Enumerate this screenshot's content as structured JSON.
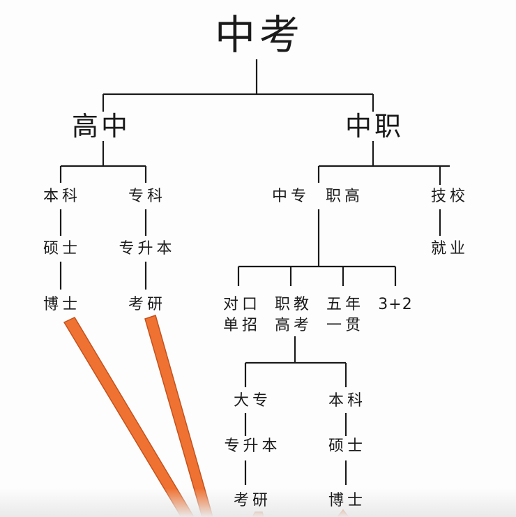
{
  "root": "中考",
  "level1": [
    "高中",
    "中职"
  ],
  "gaozhong": {
    "path_a": [
      "本科",
      "硕士",
      "博士"
    ],
    "path_b": [
      "专科",
      "专升本",
      "考研"
    ]
  },
  "zhongzhi": {
    "zhongzhuan": "中专",
    "zhigao": "职高",
    "jixiao": "技校",
    "jiuye": "就业"
  },
  "zhigao_options": [
    [
      "对口",
      "单招"
    ],
    [
      "职教",
      "高考"
    ],
    [
      "五年",
      "一贯"
    ],
    [
      "3+2"
    ]
  ],
  "gaokao_paths": {
    "path_a": [
      "大专",
      "专升本",
      "考研"
    ],
    "path_b": [
      "本科",
      "硕士",
      "博士"
    ]
  },
  "colors": {
    "line": "#1a1a1a",
    "arrow": "#f07232",
    "arrow_edge": "#c4521d"
  }
}
